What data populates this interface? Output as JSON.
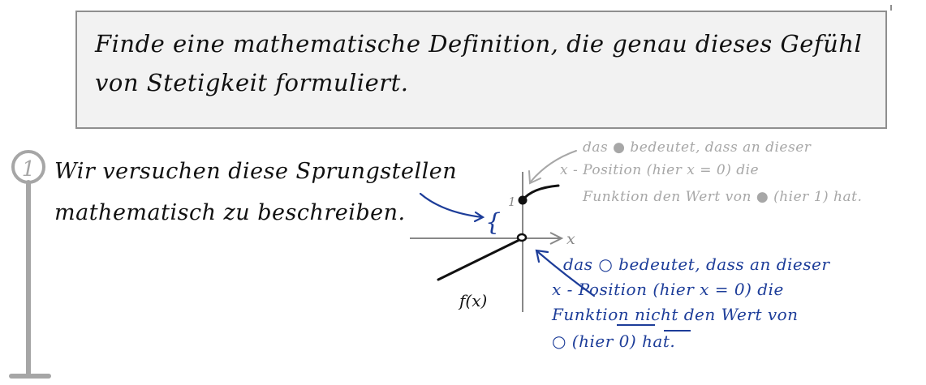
{
  "prompt": {
    "line1": "Finde eine mathematische Definition, die genau dieses Gefühl",
    "line2": "von Stetigkeit formuliert."
  },
  "step": {
    "number": "1",
    "line1": "Wir versuchen diese Sprungstellen",
    "line2": "mathematisch zu beschreiben."
  },
  "graph": {
    "x_axis_label": "x",
    "y_tick_label": "1",
    "function_label": "f(x)",
    "bracket": "{"
  },
  "gray_note": {
    "line1": "das ● bedeutet, dass an dieser",
    "line2": "x - Position (hier x = 0) die",
    "line3": "Funktion den Wert von ● (hier 1) hat."
  },
  "blue_note": {
    "line1": "das ○ bedeutet, dass an dieser",
    "line2": "x - Position (hier x = 0) die",
    "line3_before": "Funktion ",
    "line3_emph": "nicht",
    "line3_after": " den Wert von",
    "line4_before": "○ (hier 0) ",
    "line4_emph": "hat",
    "line4_after": "."
  },
  "colors": {
    "ink": "#111111",
    "gray_ink": "#a7a7a7",
    "blue_ink": "#1d3d99",
    "box_fill": "#f2f2f2",
    "box_border": "#8f8f8f",
    "timeline": "#a6a6a6"
  }
}
